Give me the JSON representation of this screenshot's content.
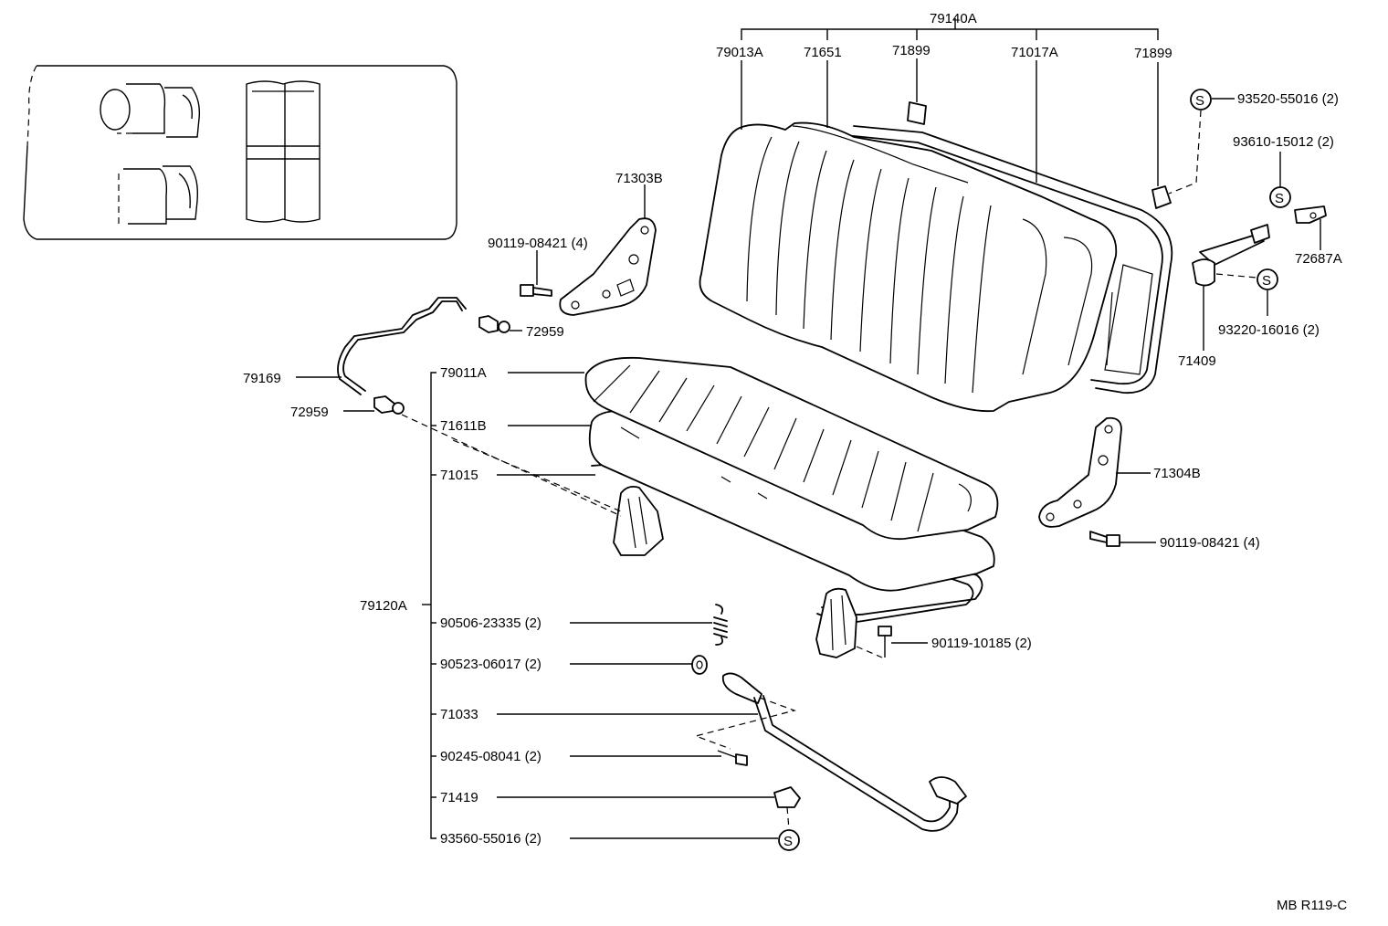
{
  "diagram": {
    "labels": {
      "l79140A": "79140A",
      "l79013A": "79013A",
      "l71651": "71651",
      "l71899a": "71899",
      "l71017A": "71017A",
      "l71899b": "71899",
      "l93520": "93520-55016 (2)",
      "l93610": "93610-15012 (2)",
      "l72687A": "72687A",
      "l93220": "93220-16016 (2)",
      "l71409": "71409",
      "l71303B": "71303B",
      "l90119a": "90119-08421 (4)",
      "l72959a": "72959",
      "l79169": "79169",
      "l72959b": "72959",
      "l79011A": "79011A",
      "l71611B": "71611B",
      "l71015": "71015",
      "l79120A": "79120A",
      "l90506": "90506-23335 (2)",
      "l90523": "90523-06017 (2)",
      "l71033": "71033",
      "l90245": "90245-08041 (2)",
      "l71419": "71419",
      "l93560": "93560-55016 (2)",
      "l71304B": "71304B",
      "l90119b": "90119-08421 (4)",
      "l90119c": "90119-10185 (2)",
      "ref": "MB R119-C",
      "s1": "S",
      "s2": "S",
      "s3": "S",
      "s4": "S"
    }
  }
}
